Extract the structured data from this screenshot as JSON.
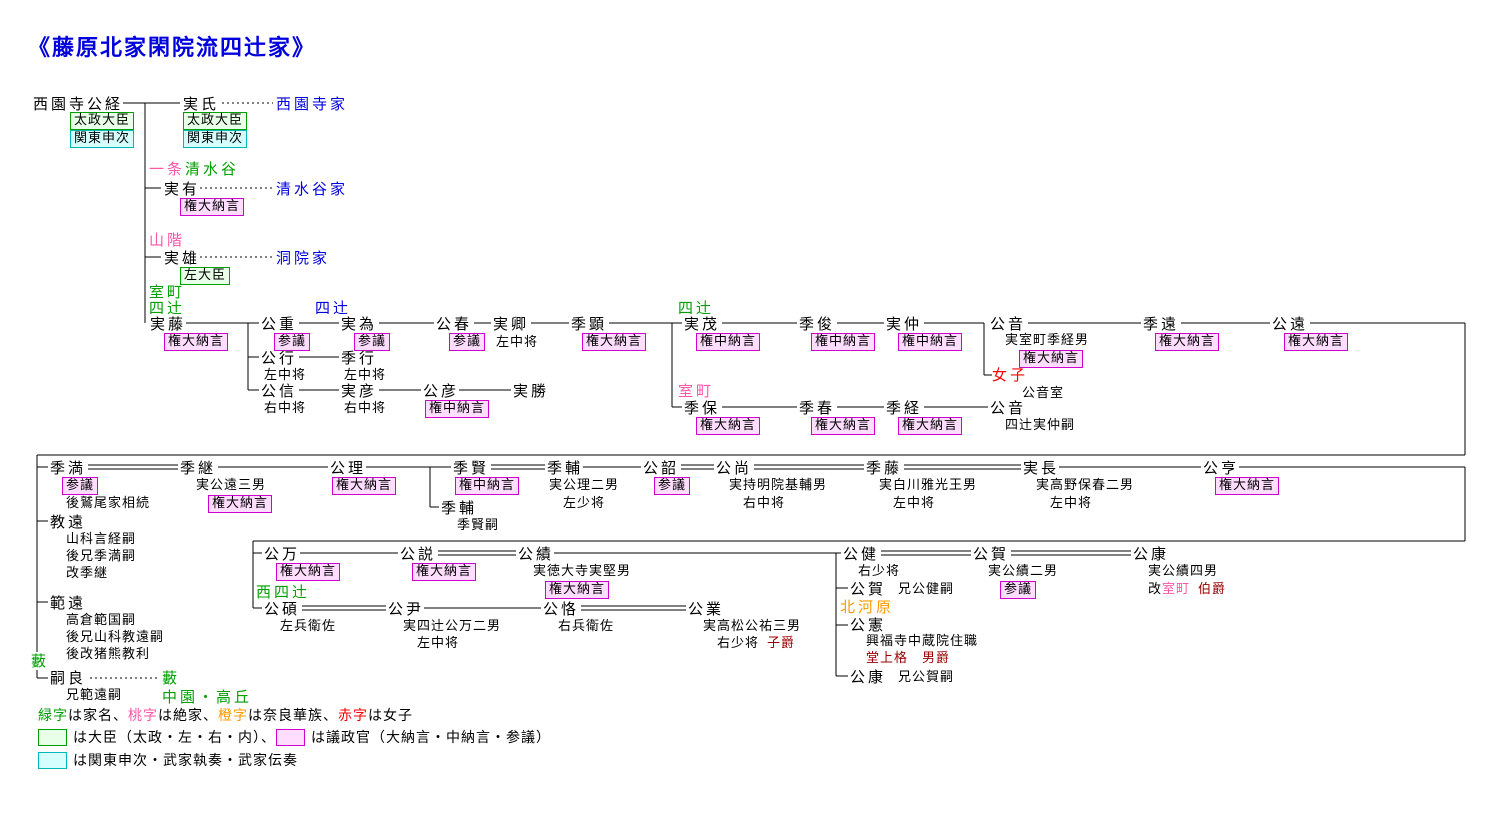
{
  "title": "《藤原北家閑院流四辻家》",
  "colors": {
    "link_blue": "#0000dd",
    "family_green": "#00a000",
    "extinct_pink": "#ff55aa",
    "nara_orange": "#ff9900",
    "female_red": "#ff0000",
    "peerage_darkred": "#990000",
    "minister_box_border": "#00a000",
    "minister_box_fill": "#e8ffe8",
    "giseikan_box_border": "#d000d0",
    "giseikan_box_fill": "#ffddff",
    "kanto_box_border": "#00b8b8",
    "kanto_box_fill": "#d5ffff"
  },
  "tags": {
    "ichijo": "一条",
    "shimizudani": "清水谷",
    "yamashina": "山階",
    "muromachi_a": "室町",
    "yotsutsuji_a": "四辻",
    "yotsutsuji_blue": "四辻",
    "yotsutsuji_c": "四辻",
    "muromachi_b": "室町",
    "nishiyotsutsuji": "西四辻",
    "kitagawara": "北河原",
    "yabu": "藪"
  },
  "families": {
    "saionji": "西園寺家",
    "shimizudani": "清水谷家",
    "toin": "洞院家",
    "yabu": "藪",
    "nakazono_takaoka": "中園・高丘"
  },
  "people": {
    "kintsune": {
      "name": "西園寺公経",
      "box1": "太政大臣",
      "box2": "関東申次"
    },
    "saneuji": {
      "name": "実氏",
      "box1": "太政大臣",
      "box2": "関東申次"
    },
    "sanearu": {
      "name": "実有",
      "box": "権大納言"
    },
    "saneo": {
      "name": "実雄",
      "box": "左大臣"
    },
    "sanefuji": {
      "name": "実藤",
      "box": "権大納言"
    },
    "kinshige": {
      "name": "公重",
      "box": "参議"
    },
    "kinyuki": {
      "name": "公行",
      "note": "左中将"
    },
    "kinnobu": {
      "name": "公信",
      "note": "右中将"
    },
    "sanetame": {
      "name": "実為",
      "box": "参議"
    },
    "kinharu": {
      "name": "公春",
      "box": "参議"
    },
    "sanenori": {
      "name": "実卿",
      "note": "左中将"
    },
    "sueaki": {
      "name": "季顕",
      "box": "権大納言"
    },
    "sanemochi": {
      "name": "実茂",
      "box": "権中納言"
    },
    "suetoshi": {
      "name": "季俊",
      "box": "権中納言"
    },
    "sanenaka": {
      "name": "実仲",
      "box": "権中納言"
    },
    "kinoto_a": {
      "name": "公音",
      "note": "実室町季経男",
      "box": "権大納言"
    },
    "joshi": {
      "name": "女子",
      "note": "公音室"
    },
    "suetoo": {
      "name": "季遠",
      "box": "権大納言"
    },
    "kintoo": {
      "name": "公遠",
      "box": "権大納言"
    },
    "sueyuki": {
      "name": "季行",
      "note": "左中将"
    },
    "sanehiko": {
      "name": "実彦",
      "note": "右中将"
    },
    "kinhiko": {
      "name": "公彦",
      "box": "権中納言"
    },
    "sanekatsu": {
      "name": "実勝"
    },
    "sueyasu": {
      "name": "季保",
      "box": "権大納言"
    },
    "sueharu": {
      "name": "季春",
      "box": "権大納言"
    },
    "suetsune": {
      "name": "季経",
      "box": "権大納言"
    },
    "kinoto_b": {
      "name": "公音",
      "note": "四辻実仲嗣"
    },
    "suemitsu": {
      "name": "季満",
      "box": "参議",
      "note": "後鷲尾家相続"
    },
    "suetsugu": {
      "name": "季継",
      "note": "実公遠三男",
      "box": "権大納言"
    },
    "kinmichi": {
      "name": "公理",
      "box": "権大納言"
    },
    "suekata": {
      "name": "季賢",
      "box": "権中納言"
    },
    "suesuke_b": {
      "name": "季輔",
      "note": "季賢嗣"
    },
    "suesuke": {
      "name": "季輔",
      "note1": "実公理二男",
      "note2": "左少将"
    },
    "kintsugu": {
      "name": "公韶",
      "box": "参議"
    },
    "kinnao": {
      "name": "公尚",
      "note1": "実持明院基輔男",
      "note2": "右中将"
    },
    "suefuji": {
      "name": "季藤",
      "note1": "実白川雅光王男",
      "note2": "左中将"
    },
    "sanenaga": {
      "name": "実長",
      "note1": "実高野保春二男",
      "note2": "左中将"
    },
    "kintooru": {
      "name": "公亨",
      "box": "権大納言"
    },
    "norito": {
      "name": "教遠",
      "note1": "山科言経嗣",
      "note2": "後兄季満嗣",
      "note3": "改季継"
    },
    "noritoo": {
      "name": "範遠",
      "note1": "高倉範国嗣",
      "note2": "後兄山科教遠嗣",
      "note3": "後改猪熊教利"
    },
    "tsuguyoshi": {
      "name": "嗣良",
      "note": "兄範遠嗣"
    },
    "kinkazu": {
      "name": "公万",
      "box": "権大納言"
    },
    "kintoki": {
      "name": "公説",
      "box": "権大納言"
    },
    "kinisao": {
      "name": "公績",
      "note": "実徳大寺実堅男",
      "box": "権大納言"
    },
    "kintake": {
      "name": "公健",
      "note": "右少将"
    },
    "kinyoshi": {
      "name": "公賀",
      "note": "実公績二男",
      "box": "参議"
    },
    "kinyasu": {
      "name": "公康",
      "note": "実公績四男",
      "kai": "改",
      "muromachi": "室町",
      "rank": "伯爵"
    },
    "kinyoshi_b": {
      "name": "公賀",
      "note": "兄公健嗣"
    },
    "kinnori": {
      "name": "公憲",
      "note1": "興福寺中蔵院住職",
      "note2": "堂上格　男爵"
    },
    "kinyasu_b": {
      "name": "公康",
      "note": "兄公賀嗣"
    },
    "kinseki": {
      "name": "公碩",
      "note": "左兵衛佐"
    },
    "kintada": {
      "name": "公尹",
      "note1": "実四辻公万二男",
      "note2": "左中将"
    },
    "kinkata": {
      "name": "公恪",
      "note": "右兵衛佐"
    },
    "kinnari": {
      "name": "公業",
      "note1": "実高松公祐三男",
      "usho": "右少将",
      "rank": "子爵"
    }
  },
  "legend": {
    "green_label": "緑字",
    "green_text": "は家名、",
    "pink_label": "桃字",
    "pink_text": "は絶家、",
    "orange_label": "橙字",
    "orange_text": "は奈良華族、",
    "red_label": "赤字",
    "red_text": "は女子",
    "minister_text": "は大臣（太政・左・右・内）、",
    "giseikan_text": "は議政官（大納言・中納言・参議）",
    "kanto_text": "は関東申次・武家執奏・武家伝奏"
  }
}
